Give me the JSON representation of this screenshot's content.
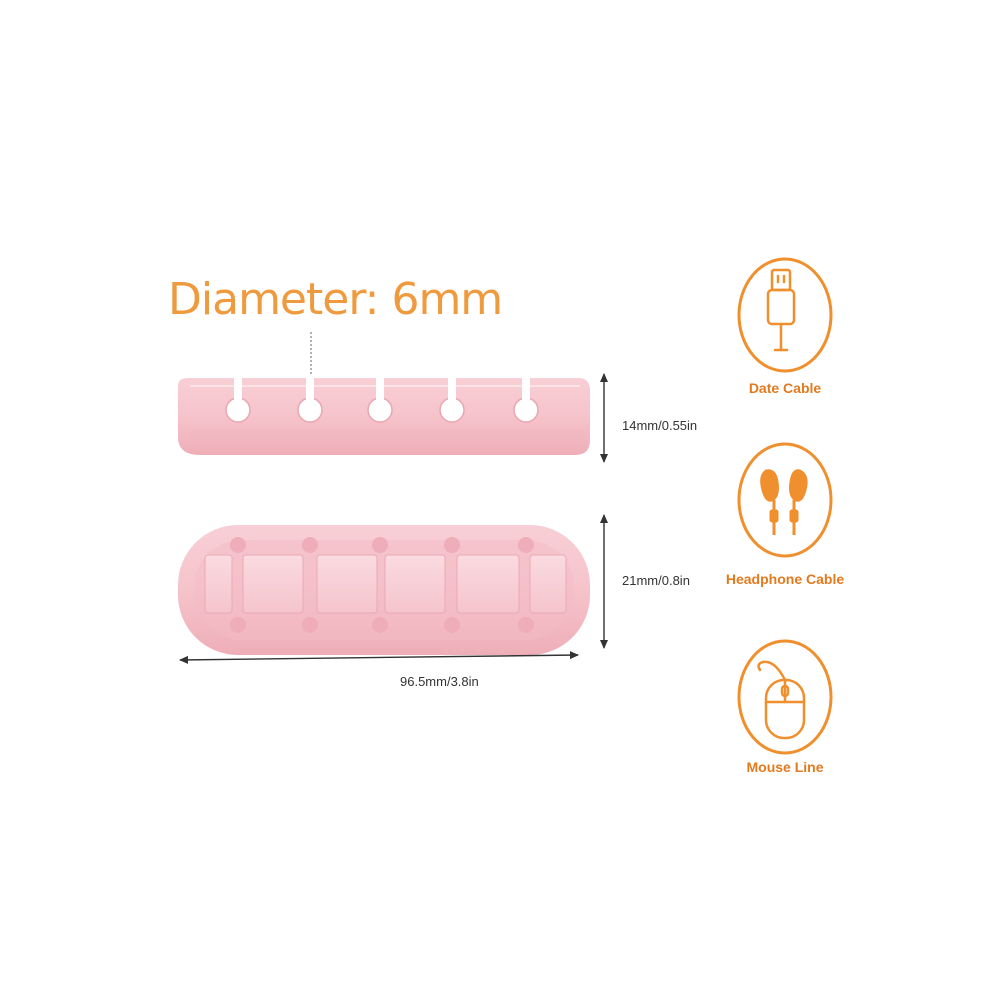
{
  "callout": {
    "diameter": "Diameter: 6mm"
  },
  "dimensions": {
    "height_side": "14mm/0.55in",
    "depth_top": "21mm/0.8in",
    "length": "96.5mm/3.8in"
  },
  "uses": [
    {
      "label": "Date Cable",
      "icon": "usb-cable-icon"
    },
    {
      "label": "Headphone Cable",
      "icon": "earphones-icon"
    },
    {
      "label": "Mouse Line",
      "icon": "mouse-icon"
    }
  ],
  "colors": {
    "accent": "#f09a3e",
    "label": "#e27a1f",
    "product_pink": "#f6c6cd"
  }
}
